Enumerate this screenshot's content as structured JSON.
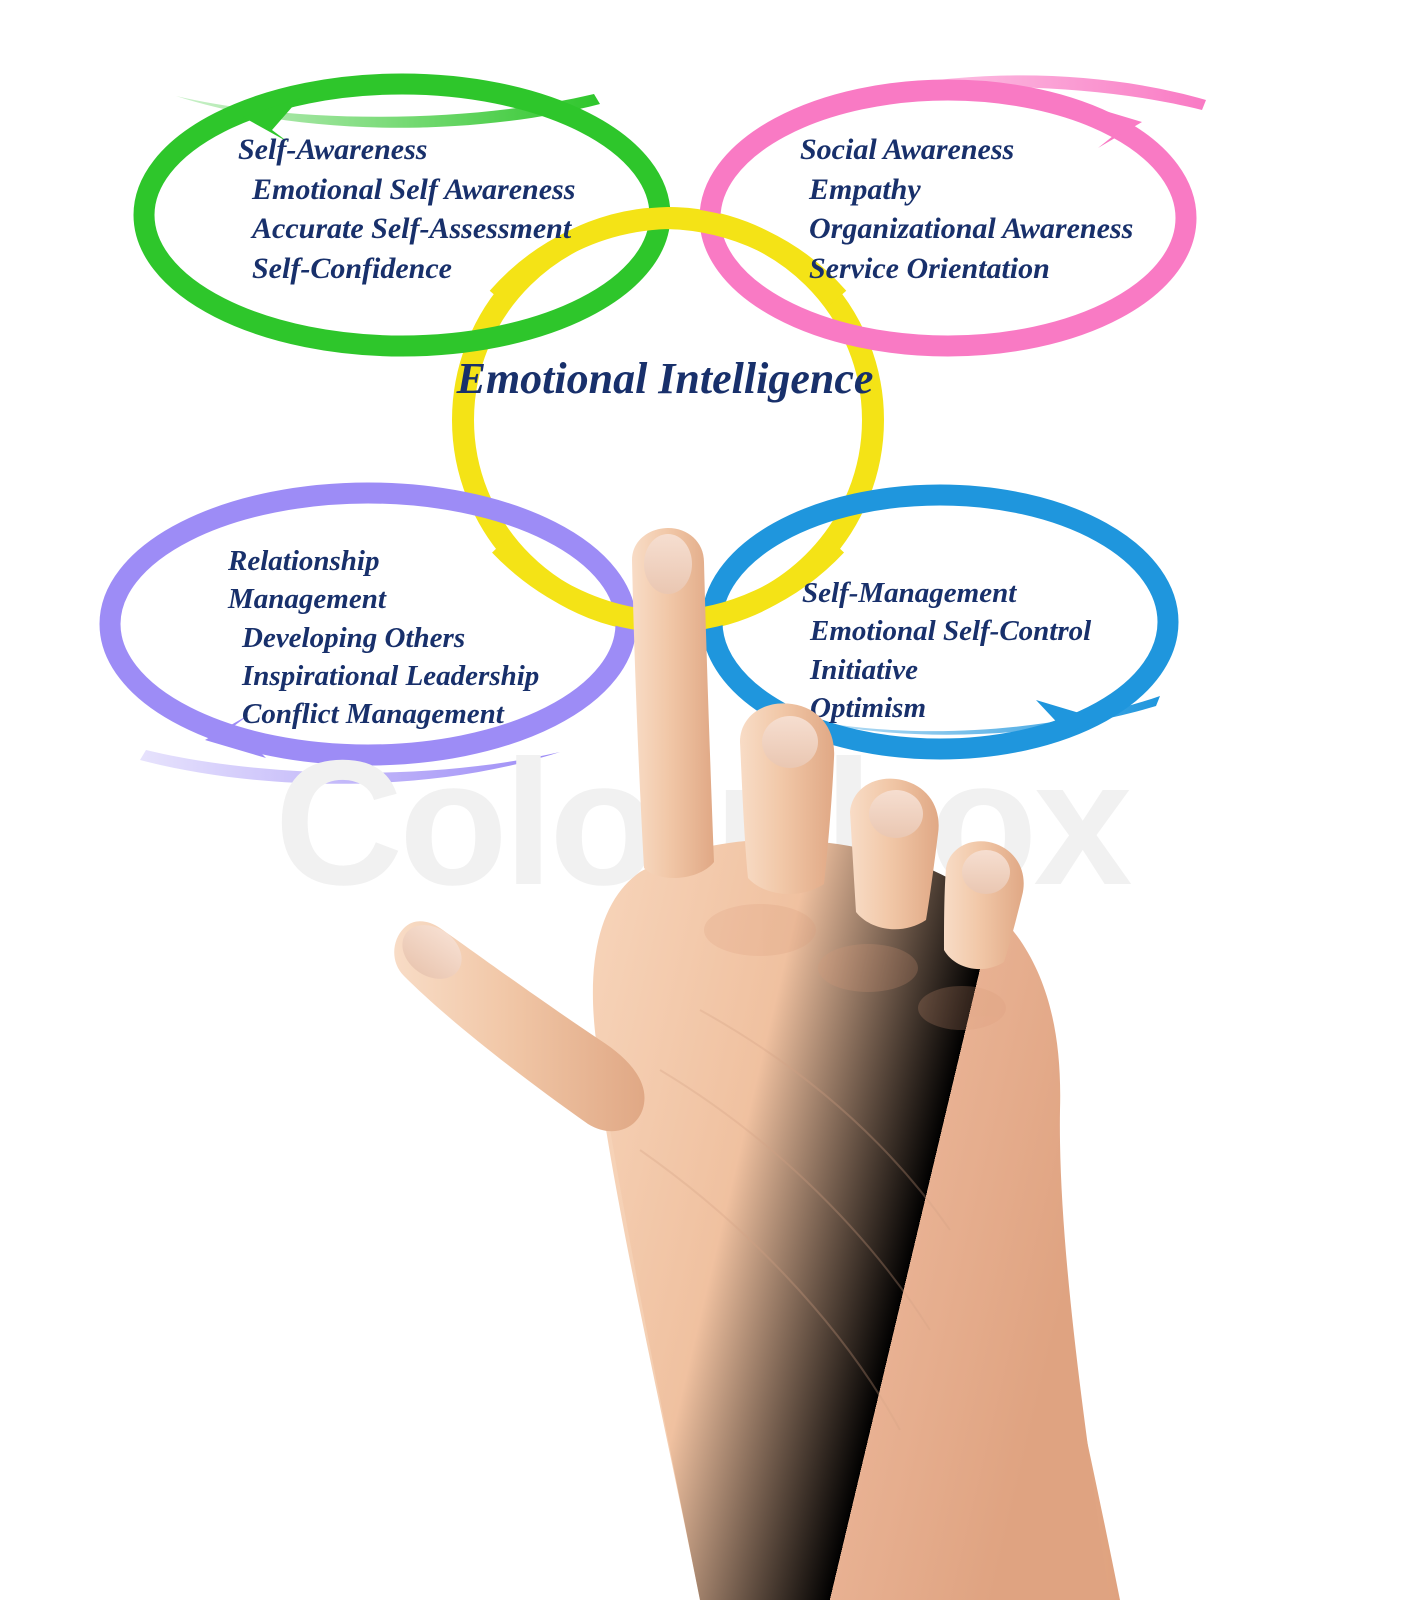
{
  "title": "Emotional Intelligence diagram",
  "background_color": "#ffffff",
  "center": {
    "label": "Emotional Intelligence",
    "ring_color": "#f4e316"
  },
  "watermark": {
    "text": "Colourbox",
    "color": "#f1f1f1"
  },
  "text_color": "#18306b",
  "bubbles": [
    {
      "id": "self-awareness",
      "position": "top-left",
      "ring_color": "#2ec62b",
      "heading": "Self-Awareness",
      "items": [
        "Emotional Self Awareness",
        "Accurate Self-Assessment",
        "Self-Confidence"
      ],
      "lines": [
        "Self-Awareness",
        "Emotional Self Awareness",
        "Accurate Self-Assessment",
        "Self-Confidence"
      ]
    },
    {
      "id": "social-awareness",
      "position": "top-right",
      "ring_color": "#f97ac4",
      "heading": "Social Awareness",
      "items": [
        "Empathy",
        "Organizational Awareness",
        "Service Orientation"
      ],
      "lines": [
        "Social Awareness",
        "Empathy",
        "Organizational Awareness",
        "Service Orientation"
      ]
    },
    {
      "id": "relationship-management",
      "position": "bottom-left",
      "ring_color": "#9d8cf6",
      "heading": "Relationship Management",
      "items": [
        "Developing Others",
        "Inspirational Leadership",
        "Conflict Management"
      ],
      "lines": [
        "Relationship",
        "Management",
        "Developing Others",
        "Inspirational Leadership",
        "Conflict Management"
      ]
    },
    {
      "id": "self-management",
      "position": "bottom-right",
      "ring_color": "#1f96dd",
      "heading": "Self-Management",
      "items": [
        "Emotional Self-Control",
        "Initiative",
        "Optimism"
      ],
      "lines": [
        "Self-Management",
        "Emotional Self-Control",
        "Initiative",
        "Optimism"
      ]
    }
  ],
  "hand": {
    "description": "hand-pointing-index-finger",
    "skin_color": "#f2c3a2"
  }
}
